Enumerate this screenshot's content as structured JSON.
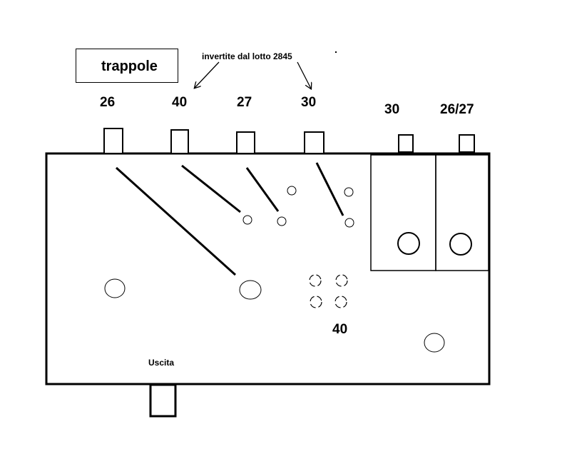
{
  "title": "trappole",
  "note": "invertite dal lotto 2845",
  "port_labels": [
    "26",
    "40",
    "27",
    "30",
    "30",
    "26/27"
  ],
  "center_label": "40",
  "exit_label": "Uscita"
}
